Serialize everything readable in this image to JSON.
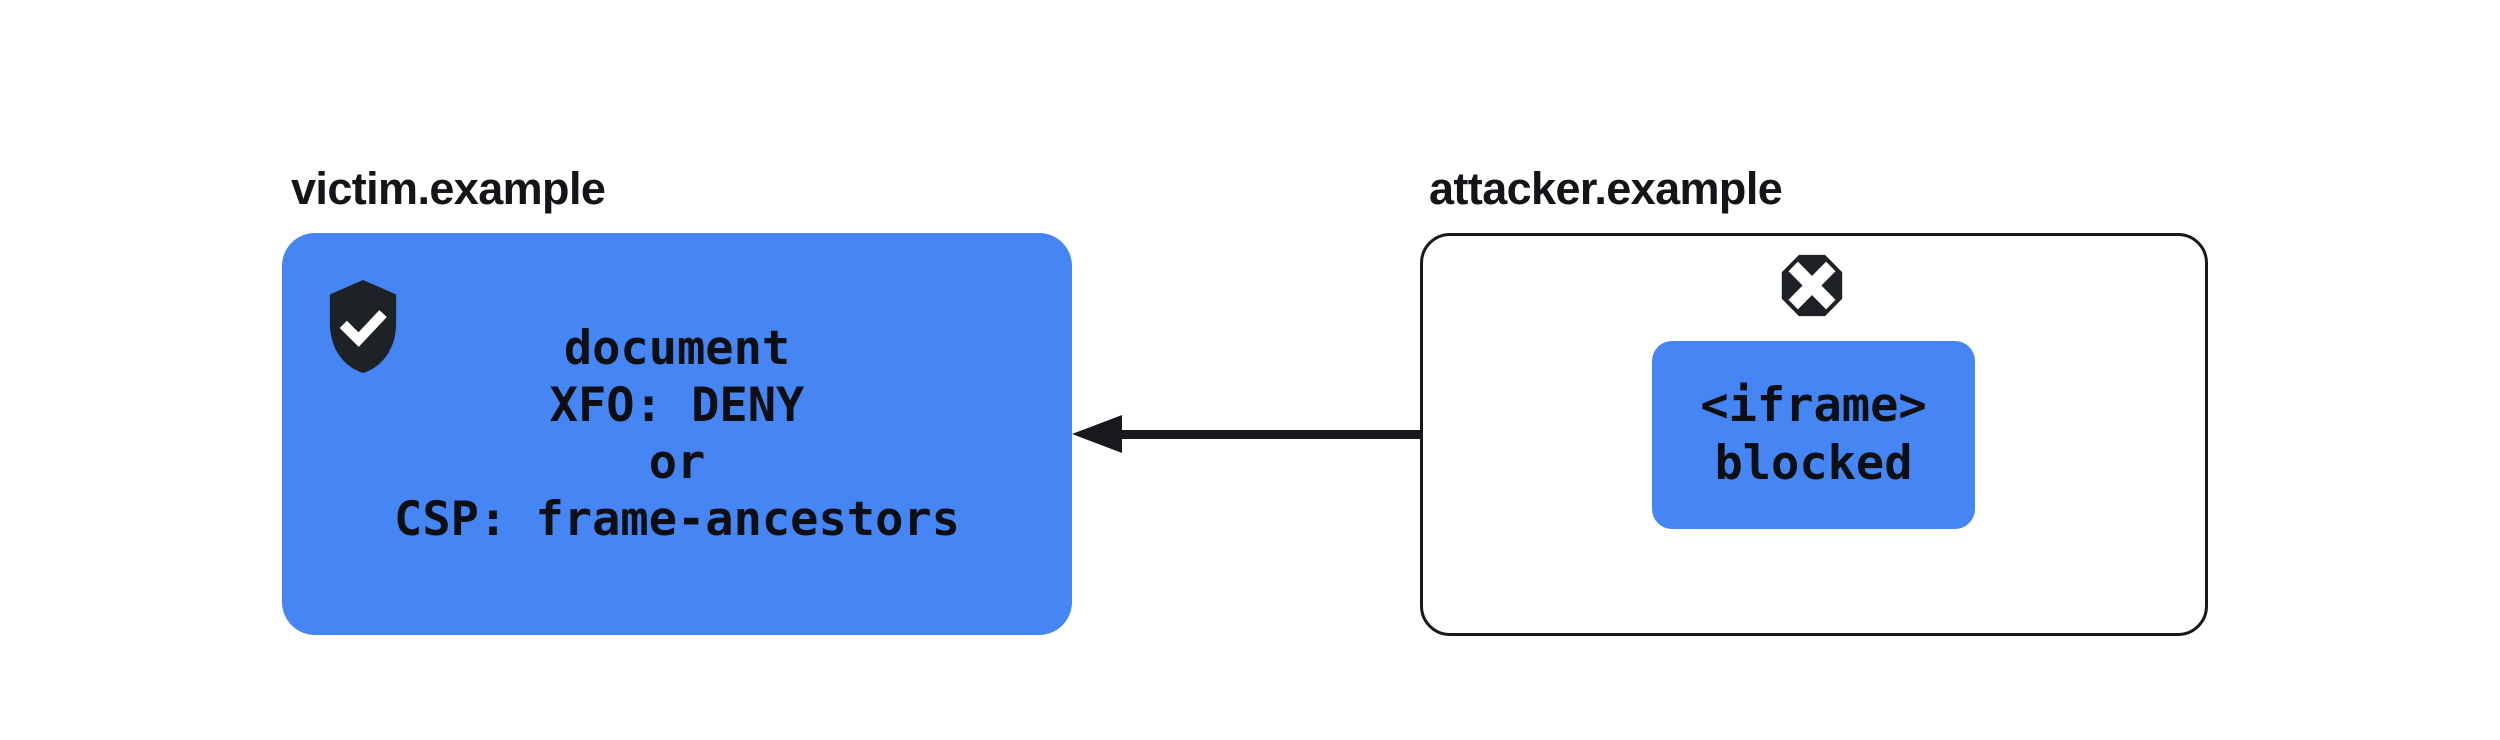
{
  "colors": {
    "background": "#ffffff",
    "box_blue": "#4685f4",
    "dark": "#17191d",
    "icon_fill": "#1e2126",
    "text": "#0e0f12",
    "label_text": "#131519"
  },
  "victim": {
    "domain_label": "victim.example",
    "icon": "shield-check",
    "content_lines": [
      "document",
      "XFO: DENY",
      "or",
      "CSP: frame-ancestors"
    ]
  },
  "attacker": {
    "domain_label": "attacker.example",
    "icon": "blocked-x-octagon",
    "iframe_box_lines": [
      "<iframe>",
      "blocked"
    ]
  },
  "arrow": {
    "description": "framing attempt from attacker iframe toward victim document, pointing left"
  }
}
